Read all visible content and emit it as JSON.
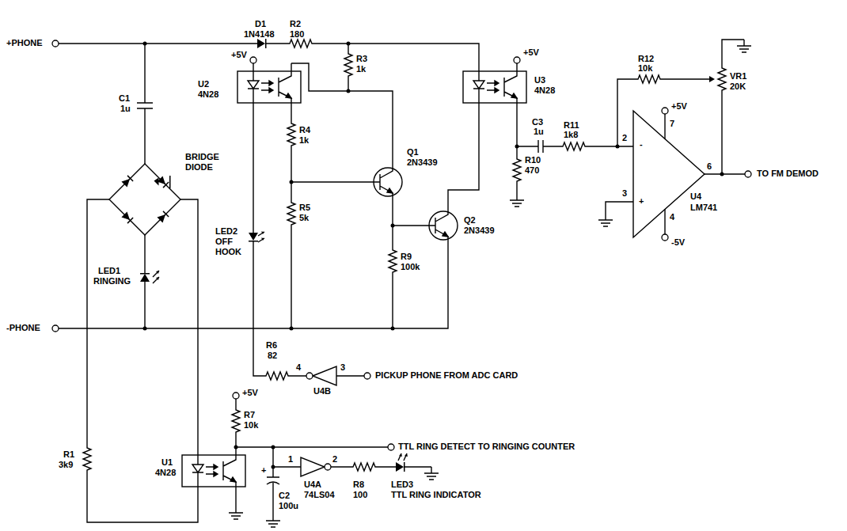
{
  "diagram": {
    "labels": [
      "+PHONE",
      "D1",
      "1N4148",
      "R2",
      "180",
      "+5V",
      "R3",
      "1k",
      "U2",
      "4N28",
      "+5V",
      "U3",
      "4N28",
      "C1",
      "1u",
      "BRIDGE DIODE",
      "R4",
      "1k",
      "Q1",
      "2N3439",
      "R12",
      "10k",
      "VR1",
      "20K",
      "C3",
      "1u",
      "R11",
      "1k8",
      "2",
      "-",
      "7",
      "+5V",
      "6",
      "TO FM DEMOD",
      "3",
      "+",
      "4",
      "-5V",
      "U4",
      "LM741",
      "R10",
      "470",
      "LED2",
      "OFF HOOK",
      "R5",
      "5k",
      "Q2",
      "2N3439",
      "R9",
      "100k",
      "LED1",
      "RINGING",
      "-PHONE",
      "R6",
      "82",
      "4",
      "3",
      "PICKUP PHONE FROM ADC CARD",
      "U4B",
      "+5V",
      "R7",
      "10k",
      "U1",
      "4N28",
      "TTL RING DETECT TO RINGING COUNTER",
      "R1",
      "3k9",
      "+",
      "1",
      "2",
      "U4A",
      "74LS04",
      "R8",
      "100",
      "LED3",
      "TTL RING INDICATOR",
      "C2",
      "100u"
    ]
  }
}
